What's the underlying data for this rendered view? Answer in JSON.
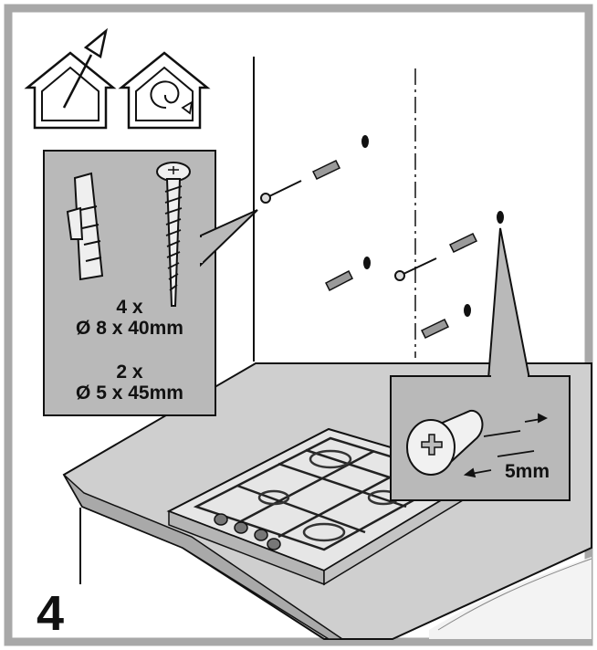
{
  "step_number": "4",
  "wall_plug_callout": {
    "plug_quantity": "4 x",
    "plug_size": "Ø 8 x 40mm",
    "screw_quantity": "2 x",
    "screw_size": "Ø 5 x 45mm"
  },
  "screw_detail_callout": {
    "clearance_label": "5mm"
  },
  "icons": [
    "house-ducted-extraction-icon",
    "house-recirculation-icon"
  ],
  "colors": {
    "panel_gray": "#b9b9b9",
    "frame_gray": "#a8a8a8",
    "line": "#111111",
    "countertop": "#c9c9c9"
  }
}
